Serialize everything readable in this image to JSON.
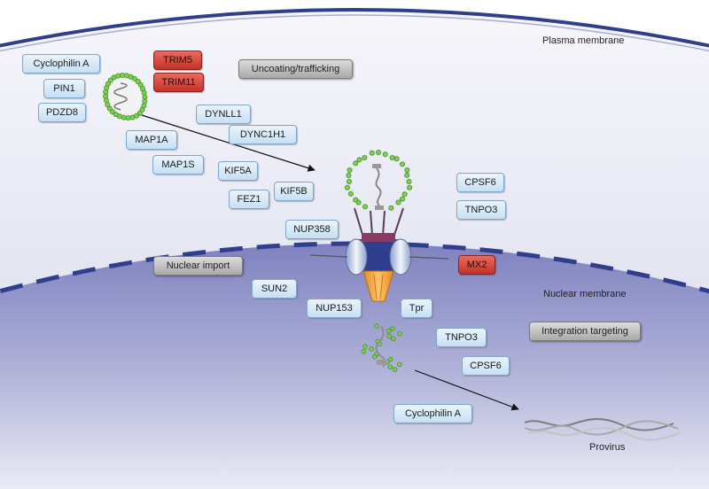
{
  "regions": {
    "plasma_membrane": "Plasma membrane",
    "nuclear_membrane": "Nuclear membrane",
    "provirus": "Provirus"
  },
  "stages": {
    "uncoating": "Uncoating/trafficking",
    "nuclear_import": "Nuclear import",
    "integration": "Integration targeting"
  },
  "factors": {
    "cyclophilin_a_top": "Cyclophilin A",
    "pin1": "PIN1",
    "pdzd8": "PDZD8",
    "trim5": "TRIM5",
    "trim11": "TRIM11",
    "dynll1": "DYNLL1",
    "dync1h1": "DYNC1H1",
    "map1a": "MAP1A",
    "map1s": "MAP1S",
    "kif5a": "KIF5A",
    "kif5b": "KIF5B",
    "fez1": "FEZ1",
    "nup358": "NUP358",
    "cpsf6_top": "CPSF6",
    "tnpo3_top": "TNPO3",
    "mx2": "MX2",
    "sun2": "SUN2",
    "nup153": "NUP153",
    "tpr": "Tpr",
    "tnpo3_bottom": "TNPO3",
    "cpsf6_bottom": "CPSF6",
    "cyclophilin_a_bottom": "Cyclophilin A"
  },
  "colors": {
    "cytoplasm": "#e4e6f2",
    "nucleus": "#8f91c6",
    "membrane": "#2f3f8e",
    "host_factor": "#c7e0f4",
    "restriction_factor": "#c3322a",
    "stage_label": "#a9a9a9",
    "capsid_dot": "#7fd14f",
    "capsid_outline": "#3f8f2a"
  }
}
